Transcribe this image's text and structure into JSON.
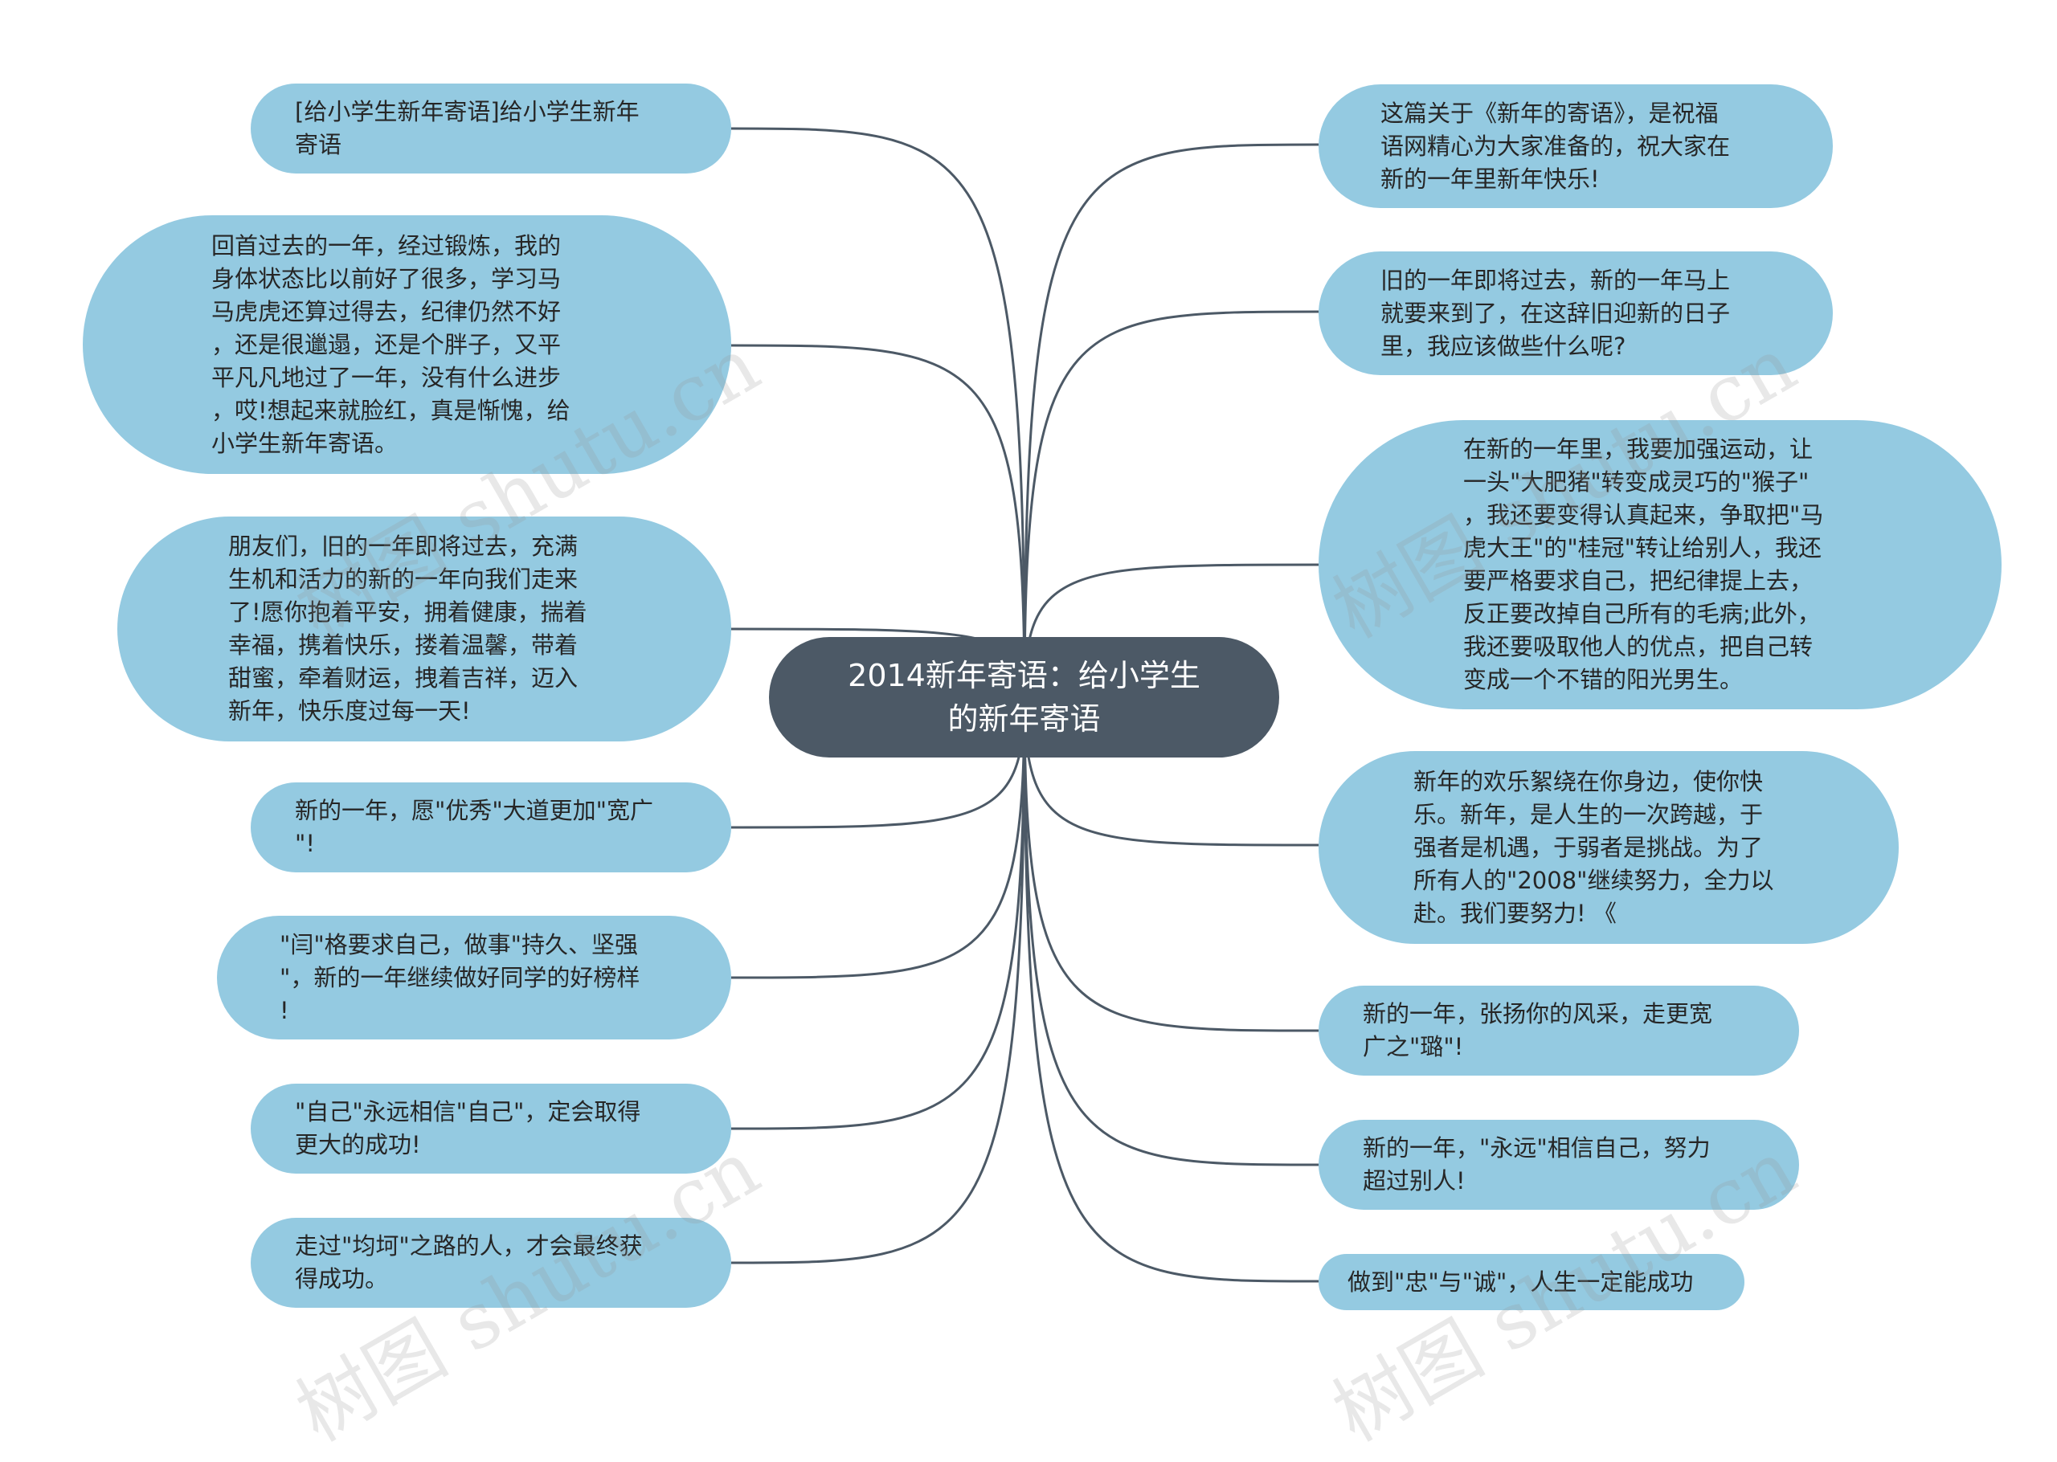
{
  "colors": {
    "node": "#94cae1",
    "center": "#4c5966",
    "line": "#4c5966",
    "text": "#262626"
  },
  "center": {
    "title": "2014新年寄语：给小学生\n的新年寄语"
  },
  "left_nodes": [
    {
      "text": "[给小学生新年寄语]给小学生新年\n寄语"
    },
    {
      "text": "回首过去的一年，经过锻炼，我的\n身体状态比以前好了很多，学习马\n马虎虎还算过得去，纪律仍然不好\n，还是很邋遢，还是个胖子，又平\n平凡凡地过了一年，没有什么进步\n，哎!想起来就脸红，真是惭愧，给\n小学生新年寄语。"
    },
    {
      "text": "朋友们，旧的一年即将过去，充满\n生机和活力的新的一年向我们走来\n了!愿你抱着平安，拥着健康，揣着\n幸福，携着快乐，搂着温馨，带着\n甜蜜，牵着财运，拽着吉祥，迈入\n新年，快乐度过每一天!"
    },
    {
      "text": "新的一年，愿\"优秀\"大道更加\"宽广\n\"!"
    },
    {
      "text": "\"闫\"格要求自己，做事\"持久、坚强\n\"，新的一年继续做好同学的好榜样\n!"
    },
    {
      "text": "\"自己\"永远相信\"自己\"，定会取得\n更大的成功!"
    },
    {
      "text": "走过\"均坷\"之路的人，才会最终获\n得成功。"
    }
  ],
  "right_nodes": [
    {
      "text": "这篇关于《新年的寄语》，是祝福\n语网精心为大家准备的，祝大家在\n新的一年里新年快乐!"
    },
    {
      "text": "旧的一年即将过去，新的一年马上\n就要来到了，在这辞旧迎新的日子\n里，我应该做些什么呢?"
    },
    {
      "text": "在新的一年里，我要加强运动，让\n一头\"大肥猪\"转变成灵巧的\"猴子\"\n，我还要变得认真起来，争取把\"马\n虎大王\"的\"桂冠\"转让给别人，我还\n要严格要求自己，把纪律提上去，\n反正要改掉自己所有的毛病;此外，\n我还要吸取他人的优点，把自己转\n变成一个不错的阳光男生。"
    },
    {
      "text": "新年的欢乐絮绕在你身边，使你快\n乐。新年，是人生的一次跨越，于\n强者是机遇，于弱者是挑战。为了\n所有人的\"2008\"继续努力，全力以\n赴。我们要努力! 《"
    },
    {
      "text": "新的一年，张扬你的风采，走更宽\n广之\"璐\"!"
    },
    {
      "text": "新的一年，\"永远\"相信自己，努力\n超过别人!"
    },
    {
      "text": "做到\"忠\"与\"诚\"，人生一定能成功"
    }
  ],
  "watermark": {
    "text": "树图 shutu.cn"
  }
}
